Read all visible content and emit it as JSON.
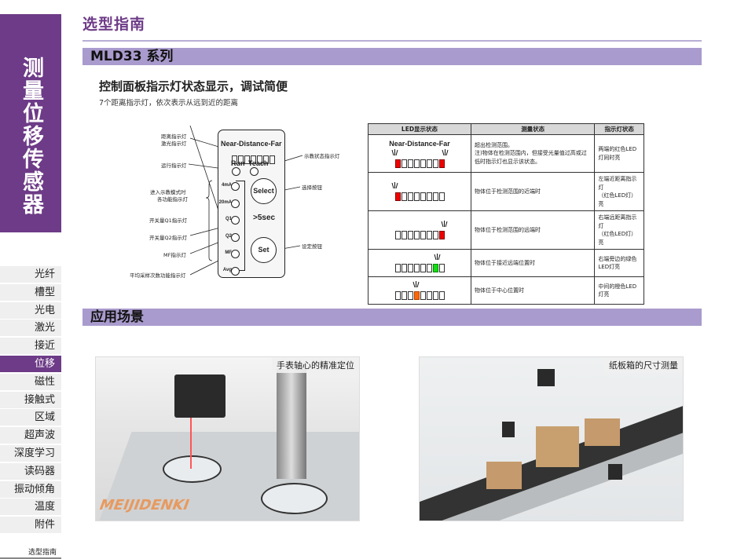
{
  "sidebar": {
    "hero_title": "测量位移传感器",
    "items": [
      "光纤",
      "槽型",
      "光电",
      "激光",
      "接近",
      "位移",
      "磁性",
      "接触式",
      "区域",
      "超声波",
      "深度学习",
      "读码器",
      "振动倾角",
      "温度",
      "附件"
    ],
    "active_index": 5,
    "footer": "选型指南"
  },
  "header": {
    "title": "选型指南"
  },
  "section1": {
    "bar": "MLD33 系列",
    "subtitle": "控制面板指示灯状态显示，调试简便",
    "note": "7个距离指示灯，依次表示从远到近的距离"
  },
  "panel": {
    "distance": "Near-Distance-Far",
    "run": "Run",
    "teach": "Teach",
    "select": "Select",
    "set": "Set",
    "hold": ">5sec",
    "side_labels": [
      "4mA",
      "20mA",
      "Q1",
      "Q2",
      "MF",
      "Avg"
    ],
    "callouts": {
      "distance_led": "距离指示灯",
      "laser_led": "激光指示灯",
      "run_led": "运行指示灯",
      "teach_led": "示教状态指示灯",
      "teach_mode": "进入示教模式时",
      "teach_mode2": "各功能指示灯",
      "q1": "开关量Q1指示灯",
      "q2": "开关量Q2指示灯",
      "mf": "MF指示灯",
      "avg": "平均采样次数功能指示灯",
      "select_btn": "选择按钮",
      "set_btn": "设定按钮"
    }
  },
  "led_table": {
    "headers": [
      "LED显示状态",
      "测量状态",
      "指示灯状态"
    ],
    "heading_text": "Near-Distance-Far",
    "rows": [
      {
        "lit": [
          0,
          7
        ],
        "color": "red",
        "measure": "超出检测范围。\n注)物体在检测范围内，但接受光量值过高或过低时指示灯也显示该状态。",
        "indicator": "两端的红色LED灯同时亮"
      },
      {
        "lit": [
          0
        ],
        "color": "red",
        "measure": "物体位于检测范围的近端时",
        "indicator": "左端近距离指示灯\n（红色LED灯）亮"
      },
      {
        "lit": [
          7
        ],
        "color": "red",
        "measure": "物体位于检测范围的远端时",
        "indicator": "右端远距离指示灯\n（红色LED灯）亮"
      },
      {
        "lit": [
          6
        ],
        "color": "green",
        "measure": "物体位于接近远端位置时",
        "indicator": "右端旁边的绿色LED灯亮"
      },
      {
        "lit": [
          3
        ],
        "color": "orange",
        "measure": "物体位于中心位置时",
        "indicator": "中间的橙色LED灯亮"
      }
    ]
  },
  "section2": {
    "bar": "应用场景",
    "captions": [
      "手表轴心的精准定位",
      "纸板箱的尺寸测量"
    ],
    "brand": "MEIJIDENKI"
  },
  "colors": {
    "brand": "#6d3b87",
    "bar": "#a99bcd"
  }
}
